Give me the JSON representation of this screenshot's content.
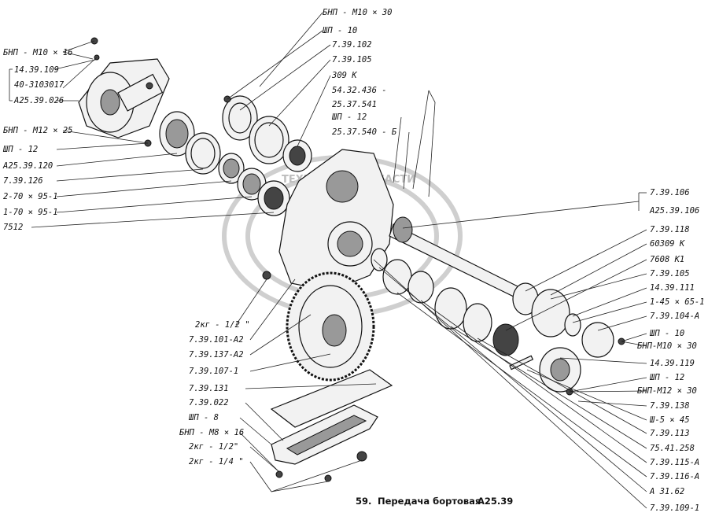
{
  "caption": {
    "number": "59.",
    "title": "Передача бортовая",
    "code": "А25.39"
  },
  "watermark": {
    "text": "ТЕХНИКА И ЗАПЧАСТИ",
    "logo": "ЭФ"
  },
  "labels_left": [
    "БНП - М10 × 16",
    "14.39.109",
    "40-3103017",
    "А25.39.026",
    "БНП - М12 × 25",
    "ШП - 12",
    "А25.39.120",
    "7.39.126",
    "2-70 × 95-1",
    "1-70 × 95-1",
    "7512"
  ],
  "labels_top": [
    "БНП - М10 × 30",
    "ШП - 10",
    "7.39.102",
    "7.39.105",
    "309 К",
    "54.32.436 -",
    "25.37.541",
    "ШП - 12",
    "25.37.540 - Б"
  ],
  "labels_right": [
    "7.39.106",
    "А25.39.106",
    "7.39.118",
    "60309 К",
    "7608 К1",
    "7.39.105",
    "14.39.111",
    "1-45 × 65-1",
    "7.39.104-А",
    "ШП - 10",
    "БНП-М10 × 30",
    "14.39.119",
    "ШП - 12",
    "БНП-М12 × 30",
    "7.39.138",
    "Ш-5 × 45",
    "7.39.113",
    "75.41.258",
    "7.39.115-А",
    "7.39.116-А",
    "А 31.62",
    "7.39.109-1"
  ],
  "labels_bottom_left": [
    "2кг - 1/2 \"",
    "7.39.101-А2",
    "7.39.137-А2",
    "7.39.107-1",
    "7.39.131",
    "7.39.022",
    "ШП - 8",
    "БНП - М8 × 16",
    "2кг - 1/2\"",
    "2кг - 1/4 \""
  ]
}
